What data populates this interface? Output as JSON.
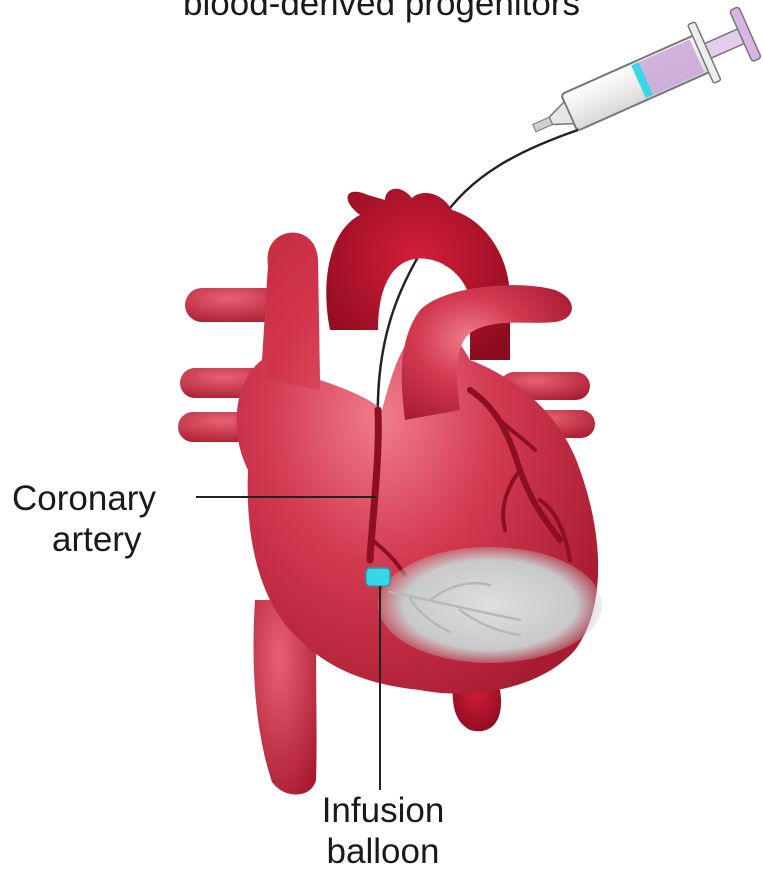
{
  "labels": {
    "title": "blood-derived progenitors",
    "coronary_line1": "Coronary",
    "coronary_line2": "artery",
    "balloon_line1": "Infusion",
    "balloon_line2": "balloon"
  },
  "colors": {
    "heart": "#c8283e",
    "heart_dark": "#8e0f22",
    "aorta": "#b8122a",
    "infarct": "#cfcfcf",
    "balloon": "#38d6e6",
    "syringe_fluid": "#c9a6d8"
  }
}
